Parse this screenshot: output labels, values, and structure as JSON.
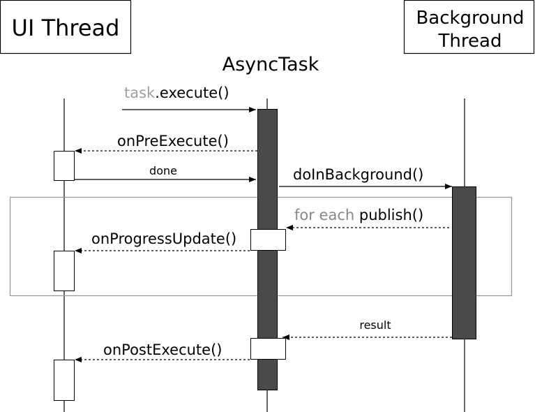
{
  "title": "AsyncTask",
  "participants": {
    "ui": "UI Thread",
    "bg_line1": "Background",
    "bg_line2": "Thread"
  },
  "messages": {
    "execute_prefix": "task",
    "execute_suffix": ".execute()",
    "pre_execute": "onPreExecute()",
    "done": "done",
    "do_in_background": "doInBackground()",
    "publish_prefix": "for each ",
    "publish_suffix": "publish()",
    "progress_update": "onProgressUpdate()",
    "result": "result",
    "post_execute": "onPostExecute()"
  },
  "colors": {
    "muted_text": "#a0a0a0",
    "loop_text": "#888888",
    "activation_fill": "#4a4a4a",
    "loop_frame": "#999999"
  }
}
